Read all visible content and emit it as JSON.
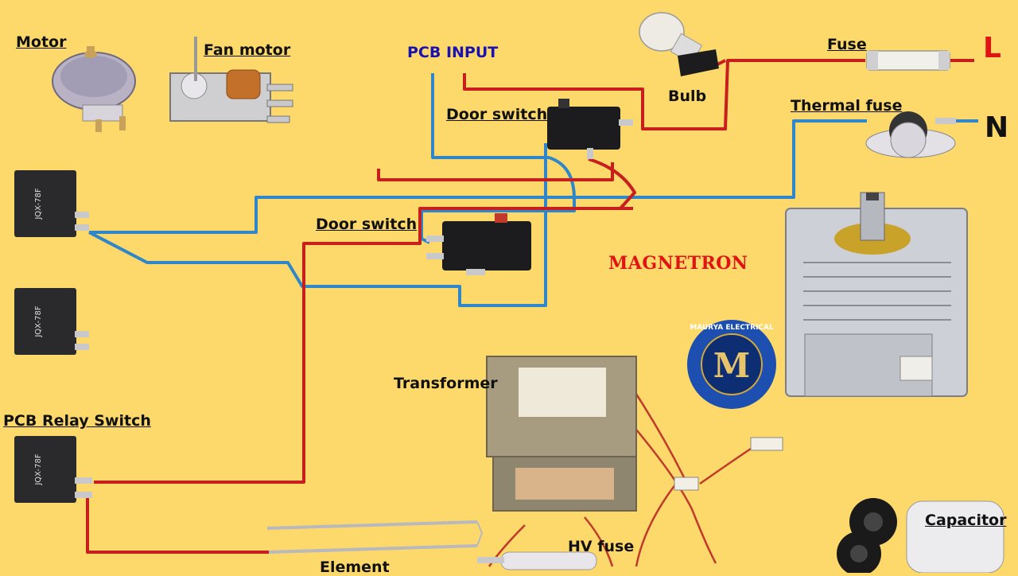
{
  "labels": {
    "motor": "Motor",
    "fan_motor": "Fan motor",
    "pcb_input": "PCB INPUT",
    "bulb": "Bulb",
    "fuse": "Fuse",
    "live": "L",
    "neutral": "N",
    "thermal_fuse": "Thermal fuse",
    "door_switch_top": "Door switch",
    "door_switch_mid": "Door switch",
    "magnetron": "MAGNETRON",
    "transformer": "Transformer",
    "pcb_relay_switch": "PCB Relay Switch",
    "hv_fuse": "HV fuse",
    "element": "Element",
    "capacitor": "Capacitor"
  },
  "logo": {
    "letter": "M",
    "ring_text": "MAURYA ELECTRICAL"
  },
  "relay_text": "JQX-78F",
  "colors": {
    "background": "#fcd96a",
    "live_wire": "#c81e1e",
    "neutral_wire": "#2f86c8",
    "hv_wire": "#c0392b",
    "label": "#111111",
    "pcb_input": "#1a12b0",
    "magnetron": "#e01414"
  }
}
